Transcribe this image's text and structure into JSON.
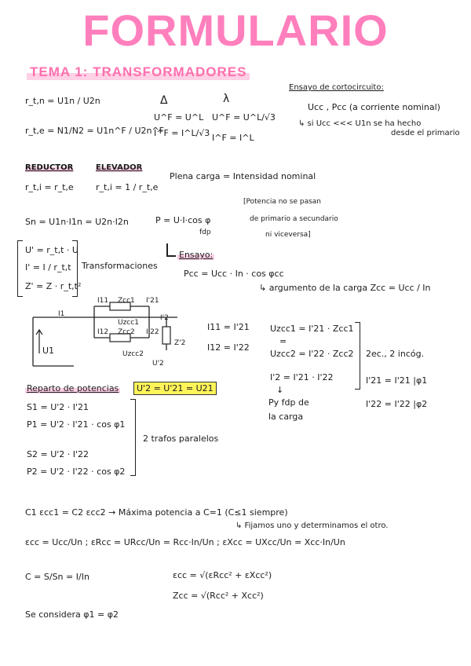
{
  "page_title": "FORMULARIO",
  "topic_title": "TEMA 1: TRANSFORMADORES",
  "relations": {
    "rt_line1": "r_t,n = U1n / U2n",
    "rt_line2": "r_t,e = N1/N2 = U1n^F / U2n^F",
    "delta_symbol": "Δ",
    "delta_f1": "U^F = U^L",
    "delta_f2": "I^F = I^L/√3",
    "star_symbol": "λ",
    "star_f1": "U^F = U^L/√3",
    "star_f2": "I^F = I^L"
  },
  "ensayo_cc": {
    "heading": "Ensayo de cortocircuito:",
    "line1": "Ucc , Pcc (a corriente nominal)",
    "line2": "↳ si Ucc <<< U1n se ha hecho",
    "line3": "desde el primario"
  },
  "reductor": {
    "label": "REDUCTOR",
    "formula": "r_t,i = r_t,e"
  },
  "elevador": {
    "label": "ELEVADOR",
    "formula": "r_t,i = 1 / r_t,e"
  },
  "plena_carga": "Plena carga = Intensidad nominal",
  "potencia_note": [
    "[Potencia no se pasan",
    "de primario a secundario",
    "ni viceversa]"
  ],
  "sn_formula": "Sn = U1n·I1n = U2n·I2n",
  "p_formula": "P = U·I·cos φ",
  "p_note": "fdp",
  "transform": {
    "rows": [
      "U' = r_t,t · U",
      "I' = I / r_t,t",
      "Z' = Z · r_t,t²"
    ],
    "label": "Transformaciones"
  },
  "ensayo2": {
    "heading": "Ensayo:",
    "pcc": "Pcc = Ucc · In · cos φcc",
    "argumento": "↳ argumento de la carga  Zcc = Ucc / In"
  },
  "circuit": {
    "i1": "I1",
    "i11": "I11",
    "zcc1": "Zcc1",
    "i21": "I'21",
    "uzcc1": "Uzcc1",
    "i12": "I12",
    "zcc2": "Zcc2",
    "i22": "I'22",
    "uzcc2": "Uzcc2",
    "i2": "I'2",
    "u1": "U1",
    "z2": "Z'2",
    "u2": "U'2"
  },
  "equalities": {
    "eq1": "I11 = I'21",
    "eq2": "I12 = I'22",
    "uz1": "Uzcc1 = I'21 · Zcc1",
    "equals": "=",
    "uz2": "Uzcc2 = I'22 · Zcc2",
    "i2sum": "I'2 = I'21 · I'22",
    "arrow": "↓",
    "pyfdp": "Py fdp de",
    "lacarga": "la carga",
    "ecinc": "2ec., 2 incóg.",
    "r1": "I'21 = I'21 |φ1",
    "r2": "I'22 = I'22 |φ2"
  },
  "reparto": {
    "heading": "Reparto de potencias",
    "highlight": "U'2 = U'21 = U21",
    "s1": "S1 = U'2 · I'21",
    "p1": "P1 = U'2 · I'21 · cos φ1",
    "s2": "S2 = U'2 · I'22",
    "p2": "P2 = U'2 · I'22 · cos φ2",
    "label": "2 trafos paralelos"
  },
  "bottom": {
    "line1": "C1 εcc1 = C2 εcc2  → Máxima potencia a C=1  (C≤1 siempre)",
    "line1b": "↳ Fijamos uno y determinamos el otro.",
    "line2": "εcc = Ucc/Un ;  εRcc = URcc/Un = Rcc·In/Un ;  εXcc = UXcc/Un = Xcc·In/Un",
    "line3a": "C = S/Sn = I/In",
    "line3b": "εcc = √(εRcc² + εXcc²)",
    "line4": "Zcc = √(Rcc² + Xcc²)",
    "line5": "Se considera φ1 = φ2"
  },
  "colors": {
    "title_pink": "#ff7fbd",
    "highlight_pink": "#ffd0e6",
    "highlight_yellow": "#fff45a",
    "ink": "#1c1c1c"
  }
}
